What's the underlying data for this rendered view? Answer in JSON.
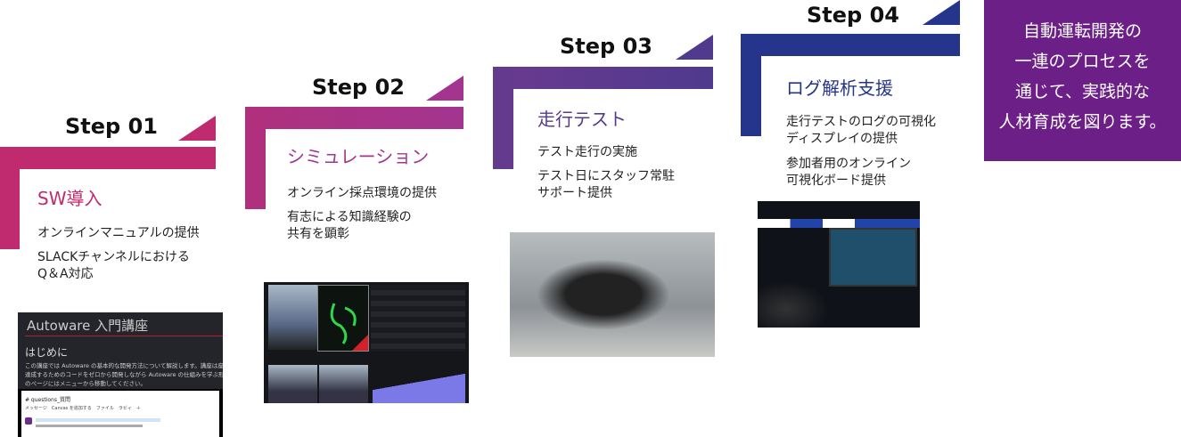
{
  "steps": [
    {
      "label": "Step 01",
      "title": "SW導入",
      "items": [
        "オンラインマニュアルの提供",
        "SLACKチャンネルにおける\nQ＆A対応"
      ],
      "color": "#c02a6e"
    },
    {
      "label": "Step 02",
      "title": "シミュレーション",
      "items": [
        "オンライン採点環境の提供",
        "有志による知識経験の\n共有を顕彰"
      ],
      "color": "#a3358f"
    },
    {
      "label": "Step 03",
      "title": "走行テスト",
      "items": [
        "テスト走行の実施",
        "テスト日にスタッフ常駐\nサポート提供"
      ],
      "color": "#573a8f"
    },
    {
      "label": "Step 04",
      "title": "ログ解析支援",
      "items": [
        "走行テストのログの可視化\nディスプレイの提供",
        "参加者用のオンライン\n可視化ボード提供"
      ],
      "color": "#26358c"
    }
  ],
  "summary": [
    "自動運転開発の",
    "一連のプロセスを",
    "通じて、実践的な",
    "人材育成を図ります。"
  ],
  "screens": {
    "manual_title": "Autoware 入門講座",
    "manual_heading": "はじめに",
    "manual_text": "この講座では Autoware の基本的な開発方法について解説します。講座は座学と演習があり、課題を達成するためのコードをゼロから開発しながら Autoware の仕組みを学ぶ形となっています。各講座のページにはメニューから移動してください。",
    "slack_channel": "# questions_質問",
    "slack_tabs": "メッセージ　Canvas を追加する　ファイル　ラビィ　＋"
  }
}
